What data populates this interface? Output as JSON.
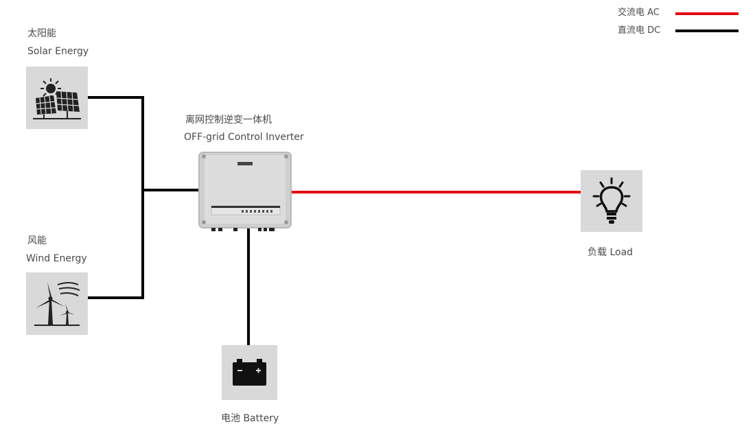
{
  "legend": {
    "ac_label": "交流电 AC",
    "dc_label": "直流电 DC",
    "ac_color": "#e30613",
    "dc_color": "#000000"
  },
  "nodes": {
    "solar": {
      "zh": "太阳能",
      "en": "Solar Energy",
      "icon": "solar-panel-icon"
    },
    "wind": {
      "zh": "风能",
      "en": "Wind Energy",
      "icon": "wind-turbine-icon"
    },
    "inverter": {
      "zh": "离网控制逆变一体机",
      "en": "OFF-grid Control Inverter",
      "icon": "inverter-icon"
    },
    "load": {
      "label": "负载 Load",
      "icon": "light-bulb-icon"
    },
    "battery": {
      "label": "电池 Battery",
      "icon": "battery-icon"
    }
  },
  "connections": [
    {
      "from": "solar",
      "to": "inverter",
      "type": "DC"
    },
    {
      "from": "wind",
      "to": "inverter",
      "type": "DC"
    },
    {
      "from": "battery",
      "to": "inverter",
      "type": "DC"
    },
    {
      "from": "inverter",
      "to": "load",
      "type": "AC"
    }
  ]
}
